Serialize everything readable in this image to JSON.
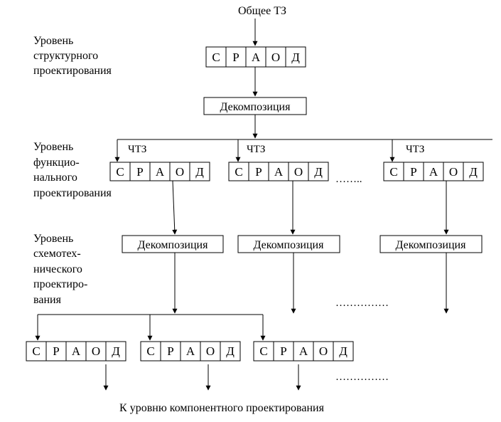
{
  "top_label": "Общее ТЗ",
  "bottom_label": "К уровню компонентного проектирования",
  "levels": {
    "structural": [
      "Уровень",
      "структурного",
      "проектирования"
    ],
    "functional": [
      "Уровень",
      "функцио-",
      "нального",
      "проектирования"
    ],
    "schematic": [
      "Уровень",
      "схемотех-",
      "нического",
      "проектиро-",
      "вания"
    ]
  },
  "sradod": [
    "С",
    "Р",
    "А",
    "О",
    "Д"
  ],
  "decomposition_label": "Декомпозиция",
  "chtz_label": "ЧТЗ",
  "ellipsis_functional": "……..",
  "ellipsis_schematic": "……………",
  "ellipsis_bottom": "……………"
}
